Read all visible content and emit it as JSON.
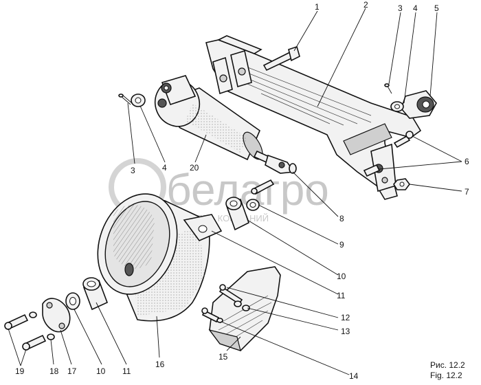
{
  "watermark": {
    "brand": "белагро",
    "subtitle": "ГРУППА КОМПАНИЙ"
  },
  "caption": {
    "ru": "Рис. 12.2",
    "en": "Fig. 12.2"
  },
  "labels": {
    "l1": "1",
    "l2": "2",
    "l3a": "3",
    "l4a": "4",
    "l5": "5",
    "l6": "6",
    "l7": "7",
    "l8": "8",
    "l9": "9",
    "l10a": "10",
    "l11a": "11",
    "l12": "12",
    "l13": "13",
    "l14": "14",
    "l15": "15",
    "l16": "16",
    "l17": "17",
    "l18": "18",
    "l19": "19",
    "l10b": "10",
    "l11b": "11",
    "l3b": "3",
    "l4b": "4",
    "l20": "20"
  }
}
